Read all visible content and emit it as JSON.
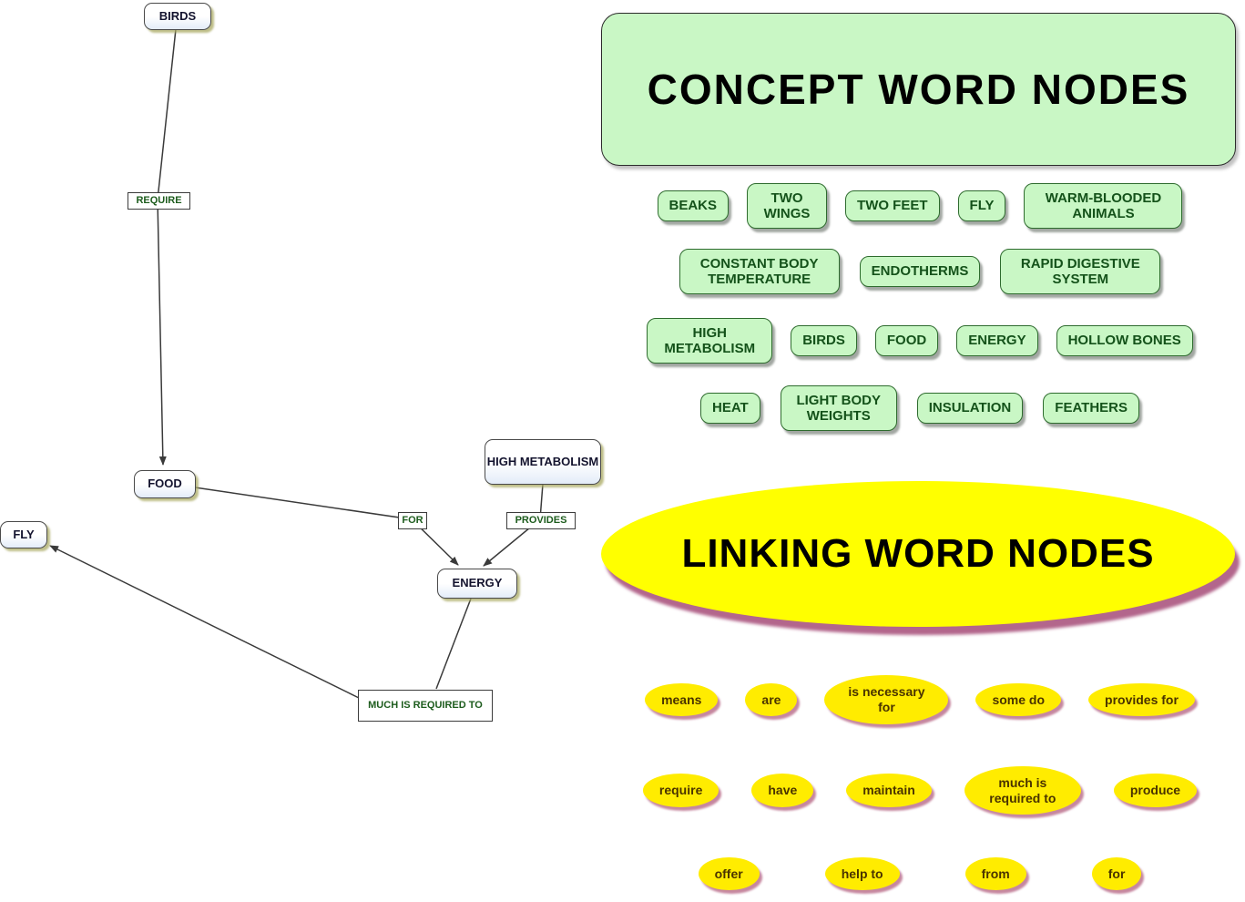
{
  "map": {
    "concepts": [
      {
        "id": "birds",
        "label": "BIRDS"
      },
      {
        "id": "food",
        "label": "FOOD"
      },
      {
        "id": "fly",
        "label": "FLY"
      },
      {
        "id": "high-metabolism",
        "label": "HIGH METABOLISM"
      },
      {
        "id": "energy",
        "label": "ENERGY"
      }
    ],
    "links": [
      {
        "id": "require",
        "label": "REQUIRE"
      },
      {
        "id": "for",
        "label": "FOR"
      },
      {
        "id": "provides",
        "label": "PROVIDES"
      },
      {
        "id": "much-is-required-to",
        "label": "MUCH IS REQUIRED TO"
      }
    ]
  },
  "concept_panel": {
    "title": "CONCEPT WORD NODES",
    "chips": [
      "BEAKS",
      "TWO WINGS",
      "TWO FEET",
      "FLY",
      "WARM-BLOODED ANIMALS",
      "CONSTANT BODY TEMPERATURE",
      "ENDOTHERMS",
      "RAPID DIGESTIVE SYSTEM",
      "HIGH METABOLISM",
      "BIRDS",
      "FOOD",
      "ENERGY",
      "HOLLOW BONES",
      "HEAT",
      "LIGHT BODY WEIGHTS",
      "INSULATION",
      "FEATHERS"
    ]
  },
  "linking_panel": {
    "title": "LINKING WORD NODES",
    "chips": [
      "means",
      "are",
      "is necessary for",
      "some do",
      "provides for",
      "require",
      "have",
      "maintain",
      "much is required to",
      "produce",
      "offer",
      "help to",
      "from",
      "for"
    ]
  },
  "colors": {
    "concept_green": "#c9f7c5",
    "linking_yellow": "#ffff00",
    "node_shadow_tan": "#a8a860",
    "linking_shadow_maroon": "#993366",
    "concept_text_green": "#14521a",
    "edge_gray": "#3a3a3a"
  }
}
